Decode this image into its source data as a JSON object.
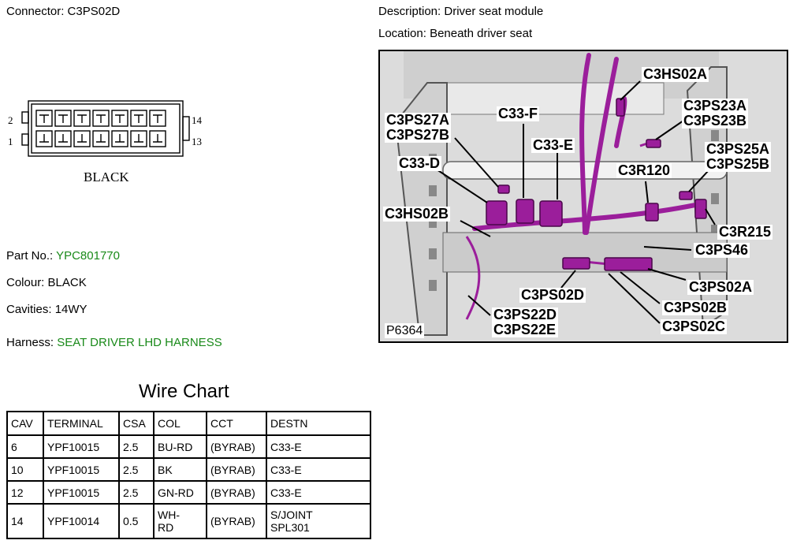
{
  "header": {
    "connector_label": "Connector:",
    "connector_value": "C3PS02D",
    "description_label": "Description:",
    "description_value": "Driver seat module",
    "location_label": "Location:",
    "location_value": "Beneath driver seat"
  },
  "connector_diagram": {
    "pin_top_left": "2",
    "pin_bottom_left": "1",
    "pin_top_right": "14",
    "pin_bottom_right": "13",
    "color_caption": "BLACK"
  },
  "details": {
    "part_no_label": "Part No.:",
    "part_no_value": "YPC801770",
    "colour_label": "Colour:",
    "colour_value": "BLACK",
    "cavities_label": "Cavities:",
    "cavities_value": "14WY",
    "harness_label": "Harness:",
    "harness_value": "SEAT DRIVER LHD HARNESS"
  },
  "wire_chart": {
    "title": "Wire Chart",
    "columns": [
      "CAV",
      "TERMINAL",
      "CSA",
      "COL",
      "CCT",
      "DESTN"
    ],
    "rows": [
      [
        "6",
        "YPF10015",
        "2.5",
        "BU-RD",
        "(BYRAB)",
        "C33-E"
      ],
      [
        "10",
        "YPF10015",
        "2.5",
        "BK",
        "(BYRAB)",
        "C33-E"
      ],
      [
        "12",
        "YPF10015",
        "2.5",
        "GN-RD",
        "(BYRAB)",
        "C33-E"
      ],
      [
        "14",
        "YPF10014",
        "0.5",
        "WH-\nRD",
        "(BYRAB)",
        "S/JOINT\nSPL301"
      ]
    ]
  },
  "photo": {
    "figure_id": "P6364",
    "callouts": {
      "c3hs02a": "C3HS02A",
      "c3ps23": "C3PS23A\nC3PS23B",
      "c3ps27": "C3PS27A\nC3PS27B",
      "c33f": "C33-F",
      "c33e": "C33-E",
      "c3ps25": "C3PS25A\nC3PS25B",
      "c33d": "C33-D",
      "c3r120": "C3R120",
      "c3hs02b": "C3HS02B",
      "c3r215": "C3R215",
      "c3ps46": "C3PS46",
      "c3ps02a": "C3PS02A",
      "c3ps02d": "C3PS02D",
      "c3ps02b": "C3PS02B",
      "c3ps22": "C3PS22D\nC3PS22E",
      "c3ps02c": "C3PS02C"
    }
  },
  "colors": {
    "green_text": "#1a8a1a",
    "harness_purple": "#9b1e9b",
    "photo_gray": "#e8e8e8"
  }
}
